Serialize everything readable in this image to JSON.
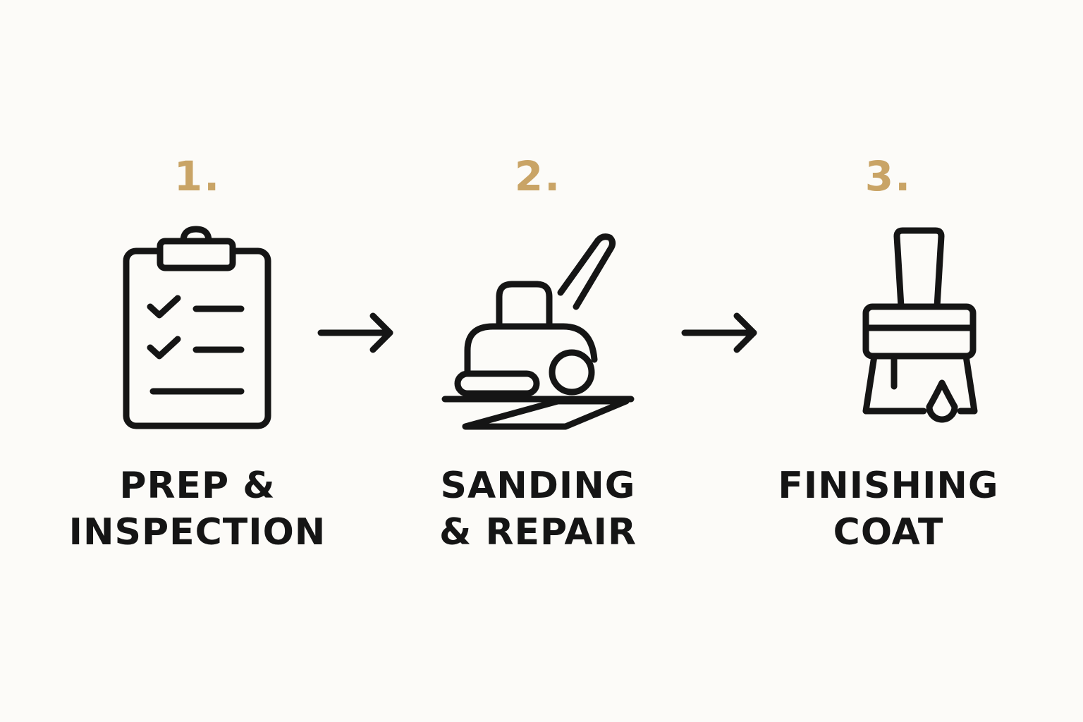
{
  "accent_color": "#c9a466",
  "ink_color": "#151515",
  "steps": [
    {
      "number": "1.",
      "icon": "clipboard-checklist-icon",
      "label_line1": "PREP &",
      "label_line2": "INSPECTION"
    },
    {
      "number": "2.",
      "icon": "floor-sander-icon",
      "label_line1": "SANDING",
      "label_line2": "& REPAIR"
    },
    {
      "number": "3.",
      "icon": "paintbrush-drip-icon",
      "label_line1": "FINISHING",
      "label_line2": "COAT"
    }
  ],
  "connectors": [
    {
      "icon": "arrow-right-icon"
    },
    {
      "icon": "arrow-right-icon"
    }
  ]
}
